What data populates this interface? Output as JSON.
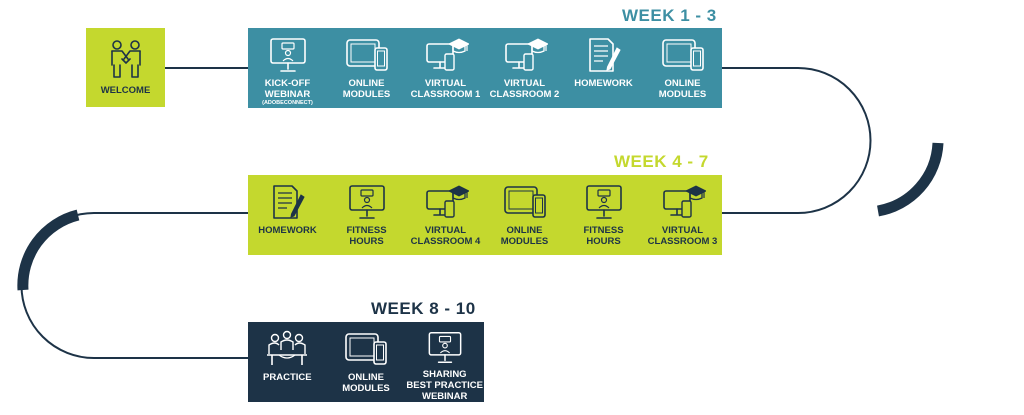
{
  "colors": {
    "teal": "#3d8fa3",
    "lime": "#c4d82e",
    "navy": "#1d3347",
    "line": "#1d3347"
  },
  "welcome": {
    "label": "WELCOME",
    "icon": "handshake-icon"
  },
  "weeks": [
    {
      "label": "WEEK 1 - 3",
      "color": "#3d8fa3",
      "steps": [
        {
          "label": "KICK-OFF\nWEBINAR",
          "sub": "(ADOBECONNECT)",
          "icon": "webinar-monitor-icon"
        },
        {
          "label": "ONLINE\nMODULES",
          "icon": "tablet-phone-icon"
        },
        {
          "label": "VIRTUAL\nCLASSROOM 1",
          "icon": "virtual-classroom-icon"
        },
        {
          "label": "VIRTUAL\nCLASSROOM 2",
          "icon": "virtual-classroom-icon"
        },
        {
          "label": "HOMEWORK",
          "icon": "homework-icon"
        },
        {
          "label": "ONLINE\nMODULES",
          "icon": "tablet-phone-icon"
        }
      ]
    },
    {
      "label": "WEEK 4 - 7",
      "color": "#c4d82e",
      "steps": [
        {
          "label": "HOMEWORK",
          "icon": "homework-icon"
        },
        {
          "label": "FITNESS\nHOURS",
          "icon": "webinar-monitor-icon"
        },
        {
          "label": "VIRTUAL\nCLASSROOM 4",
          "icon": "virtual-classroom-icon"
        },
        {
          "label": "ONLINE\nMODULES",
          "icon": "tablet-phone-icon"
        },
        {
          "label": "FITNESS\nHOURS",
          "icon": "webinar-monitor-icon"
        },
        {
          "label": "VIRTUAL\nCLASSROOM 3",
          "icon": "virtual-classroom-icon"
        }
      ]
    },
    {
      "label": "WEEK 8 - 10",
      "color": "#1d3347",
      "steps": [
        {
          "label": "PRACTICE",
          "icon": "group-meeting-icon"
        },
        {
          "label": "ONLINE\nMODULES",
          "icon": "tablet-phone-icon"
        },
        {
          "label": "SHARING\nBEST PRACTICE\nWEBINAR",
          "icon": "webinar-monitor-icon"
        }
      ]
    }
  ]
}
